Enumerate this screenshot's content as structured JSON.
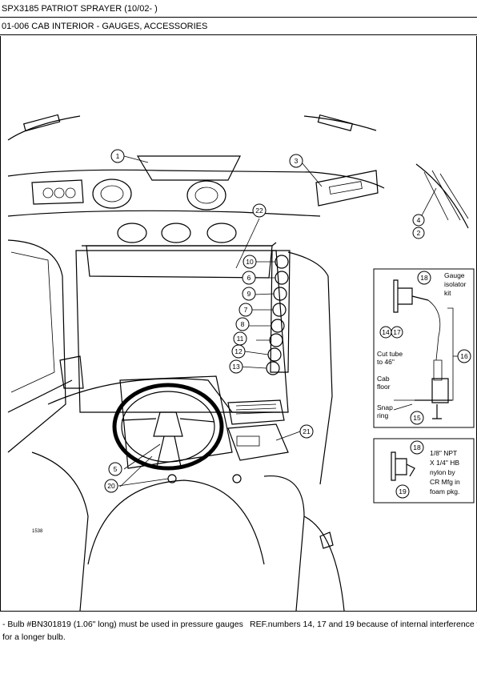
{
  "header": {
    "title": "SPX3185 PATRIOT SPRAYER (10/02- )",
    "section": "01-006 CAB INTERIOR - GAUGES, ACCESSORIES"
  },
  "refs": [
    "1",
    "2",
    "3",
    "4",
    "5",
    "6",
    "7",
    "8",
    "9",
    "10",
    "11",
    "12",
    "13",
    "14",
    "15",
    "16",
    "17",
    "18",
    "19",
    "20",
    "21",
    "22"
  ],
  "inset1": {
    "title_line1": "Gauge",
    "title_line2": "isolator",
    "title_line3": "kit",
    "cut_line1": "Cut tube",
    "cut_line2": "to 46\"",
    "cab_line1": "Cab",
    "cab_line2": "floor",
    "snap_line1": "Snap",
    "snap_line2": "ring"
  },
  "inset2": {
    "line1": "1/8\" NPT",
    "line2": "X 1/4\" HB",
    "line3": "nylon by",
    "line4": "CR Mfg in",
    "line5": "foam pkg."
  },
  "figure_id": "1538",
  "note": {
    "part1": "- Bulb #BN301819 (1.06\" long) must be used in pressure gauges for a longer bulb.",
    "part2": "REF.numbers 14, 17 and 19 because of internal interference with"
  }
}
